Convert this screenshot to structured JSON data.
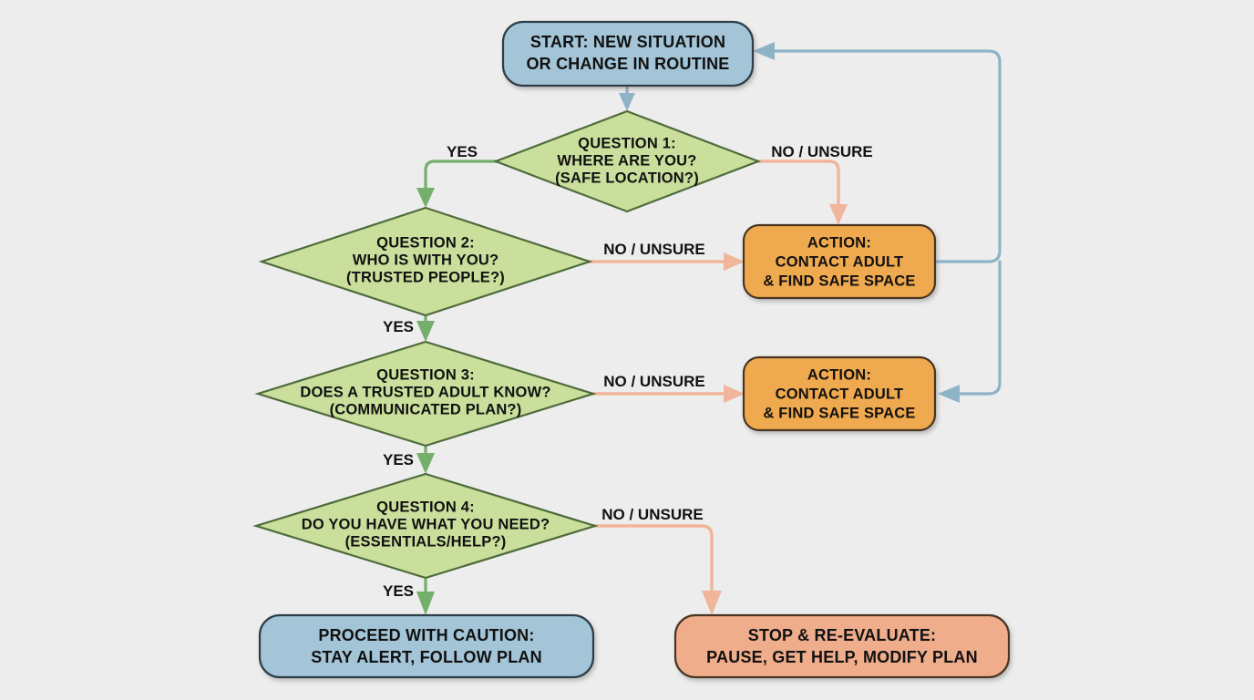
{
  "diagram": {
    "type": "flowchart",
    "background_color": "#eeeded",
    "title": "Decision flowchart for new situation or change in routine"
  },
  "palette": {
    "blue_fill": "#a3c5d7",
    "green_fill": "#cbdf9d",
    "orange_fill": "#efa94f",
    "salmon_fill": "#efad8c",
    "blue_edge": "#8fb3c6",
    "green_edge": "#74b06b",
    "salmon_edge": "#f0b59a",
    "text_color": "#111111"
  },
  "nodes": {
    "start": {
      "shape": "rounded-rect",
      "color": "blue",
      "lines": [
        "START: NEW SITUATION",
        "OR CHANGE IN ROUTINE"
      ]
    },
    "question1": {
      "shape": "diamond",
      "color": "green",
      "lines": [
        "QUESTION 1:",
        "WHERE ARE YOU?",
        "(SAFE LOCATION?)"
      ]
    },
    "question2": {
      "shape": "diamond",
      "color": "green",
      "lines": [
        "QUESTION 2:",
        "WHO IS WITH YOU?",
        "(TRUSTED PEOPLE?)"
      ]
    },
    "question3": {
      "shape": "diamond",
      "color": "green",
      "lines": [
        "QUESTION 3:",
        "DOES A TRUSTED ADULT KNOW?",
        "(COMMUNICATED PLAN?)"
      ]
    },
    "question4": {
      "shape": "diamond",
      "color": "green",
      "lines": [
        "QUESTION 4:",
        "DO YOU HAVE WHAT YOU NEED?",
        "(ESSENTIALS/HELP?)"
      ]
    },
    "action1": {
      "shape": "rounded-rect",
      "color": "orange",
      "lines": [
        "ACTION:",
        "CONTACT ADULT",
        "& FIND SAFE SPACE"
      ]
    },
    "action2": {
      "shape": "rounded-rect",
      "color": "orange",
      "lines": [
        "ACTION:",
        "CONTACT ADULT",
        "& FIND SAFE SPACE"
      ]
    },
    "proceed": {
      "shape": "rounded-rect",
      "color": "blue",
      "lines": [
        "PROCEED WITH CAUTION:",
        "STAY ALERT, FOLLOW PLAN"
      ]
    },
    "stop": {
      "shape": "rounded-rect",
      "color": "salmon",
      "lines": [
        "STOP & RE-EVALUATE:",
        "PAUSE, GET HELP, MODIFY PLAN"
      ]
    }
  },
  "edge_labels": {
    "q1_yes": "YES",
    "q1_no": "NO / UNSURE",
    "q2_yes": "YES",
    "q2_no": "NO / UNSURE",
    "q3_yes": "YES",
    "q3_no": "NO / UNSURE",
    "q4_yes": "YES",
    "q4_no": "NO / UNSURE"
  }
}
